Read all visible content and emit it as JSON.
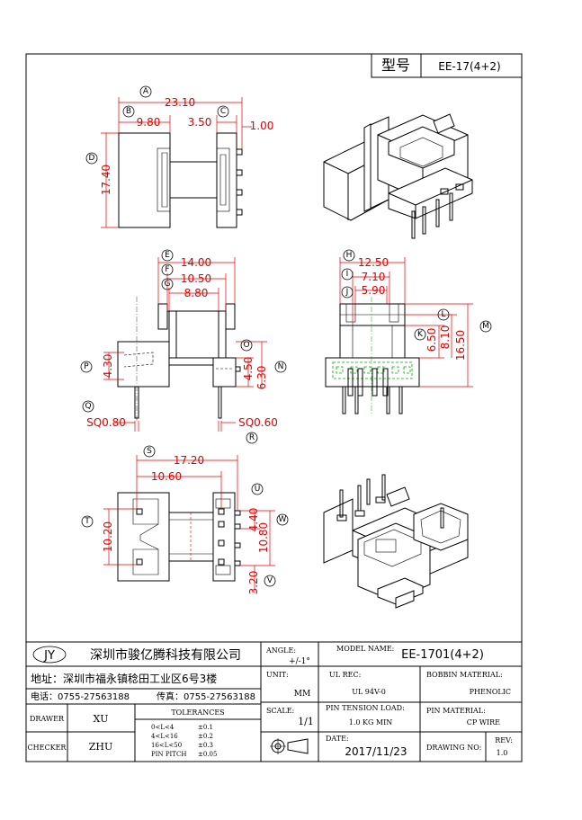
{
  "title_block": {
    "type_label": "型号",
    "type_value": "EE-17(4+2)",
    "company_logo": "JY",
    "company_name": "深圳市骏亿腾科技有限公司",
    "address": "地址：深圳市福永镇稔田工业区6号3楼",
    "phone": "电话：0755-27563188",
    "fax": "传真：0755-27563188",
    "angle_label": "ANGLE:",
    "angle_value": "+/-1°",
    "model_label": "MODEL NAME:",
    "model_value": "EE-1701(4+2)",
    "unit_label": "UNIT:",
    "unit_value": "MM",
    "ul_label": "UL REC:",
    "ul_value": "UL 94V-0",
    "bobbin_label": "BOBBIN MATERIAL:",
    "bobbin_value": "PHENOLIC",
    "scale_label": "SCALE:",
    "scale_value": "1/1",
    "pin_tension_label": "PIN TENSION LOAD:",
    "pin_tension_value": "1.0 KG MIN",
    "pin_material_label": "PIN MATERIAL:",
    "pin_material_value": "CP WIRE",
    "drawer_label": "DRAWER",
    "drawer_value": "XU",
    "checker_label": "CHECKER",
    "checker_value": "ZHU",
    "tolerances_label": "TOLERANCES",
    "tol_rows": [
      {
        "range": "0<L<4",
        "tol": "±0.1"
      },
      {
        "range": "4<L<16",
        "tol": "±0.2"
      },
      {
        "range": "16<L<50",
        "tol": "±0.3"
      },
      {
        "range": "PIN PITCH",
        "tol": "±0.05"
      }
    ],
    "date_label": "DATE:",
    "date_value": "2017/11/23",
    "drawing_no_label": "DRAWING NO:",
    "rev_label": "REV:",
    "rev_value": "1.0"
  },
  "dimensions": {
    "A": "23.10",
    "B": "9.80",
    "C_top": "3.50",
    "C_side": "1.00",
    "D": "17.40",
    "E": "14.00",
    "F": "10.50",
    "G": "8.80",
    "P": "4.30",
    "O": "4.50",
    "N": "6.30",
    "Q": "SQ0.80",
    "R": "SQ0.60",
    "H": "12.50",
    "I": "7.10",
    "J": "5.90",
    "L": "6.50",
    "K": "8.10",
    "M": "16.50",
    "S": "17.20",
    "S2": "10.60",
    "T": "10.20",
    "U": "4.40",
    "W": "10.80",
    "V": "3.20"
  },
  "callouts": {
    "A": "A",
    "B": "B",
    "C": "C",
    "D": "D",
    "E": "E",
    "F": "F",
    "G": "G",
    "H": "H",
    "I": "I",
    "J": "J",
    "K": "K",
    "L": "L",
    "M": "M",
    "N": "N",
    "O": "O",
    "P": "P",
    "Q": "Q",
    "R": "R",
    "S": "S",
    "T": "T",
    "U": "U",
    "V": "V",
    "W": "W"
  }
}
